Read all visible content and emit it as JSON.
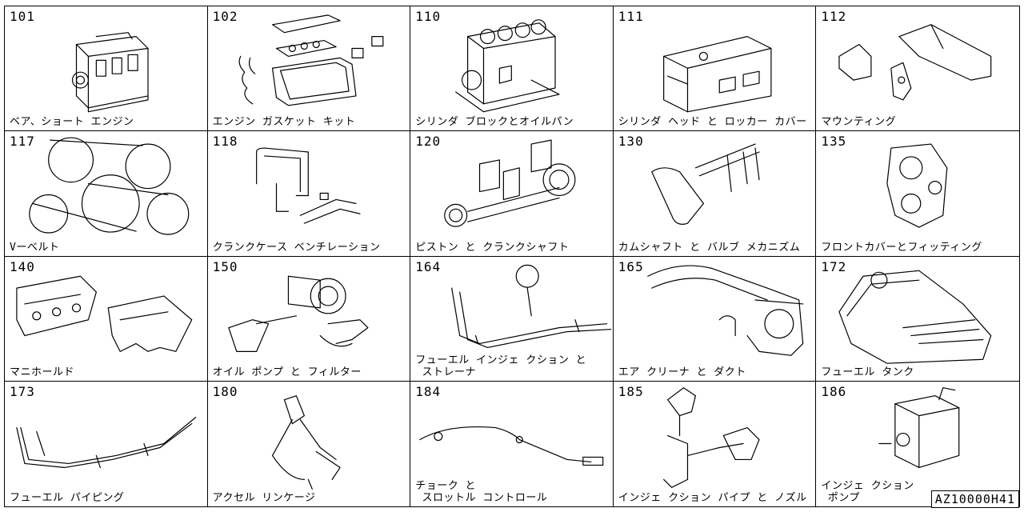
{
  "parts": [
    {
      "code": "101",
      "label": "ベア、ショート エンジン",
      "icon": "engine-block-icon"
    },
    {
      "code": "102",
      "label": "エンジン ガスケット キット",
      "icon": "gasket-kit-icon"
    },
    {
      "code": "110",
      "label": "シリンダ ブロックとオイルパン",
      "icon": "cylinder-block-icon"
    },
    {
      "code": "111",
      "label": "シリンダ ヘッド と ロッカー カバー",
      "icon": "cylinder-head-icon"
    },
    {
      "code": "112",
      "label": "マウンティング",
      "icon": "mounting-icon"
    },
    {
      "code": "117",
      "label": "Vーベルト",
      "icon": "v-belt-icon"
    },
    {
      "code": "118",
      "label": "クランクケース ベンチレーション",
      "icon": "crankcase-ventilation-icon"
    },
    {
      "code": "120",
      "label": "ピストン と クランクシャフト",
      "icon": "piston-crankshaft-icon"
    },
    {
      "code": "130",
      "label": "カムシャフト と バルブ メカニズム",
      "icon": "camshaft-valve-icon"
    },
    {
      "code": "135",
      "label": "フロントカバーとフィッティング",
      "icon": "front-cover-icon"
    },
    {
      "code": "140",
      "label": "マニホールド",
      "icon": "manifold-icon"
    },
    {
      "code": "150",
      "label": "オイル ポンプ と フィルター",
      "icon": "oil-pump-filter-icon"
    },
    {
      "code": "164",
      "label": "フューエル インジェ クション と\n ストレーナ",
      "icon": "fuel-injection-strainer-icon"
    },
    {
      "code": "165",
      "label": "エア クリーナ と ダクト",
      "icon": "air-cleaner-icon"
    },
    {
      "code": "172",
      "label": "フューエル タンク",
      "icon": "fuel-tank-icon"
    },
    {
      "code": "173",
      "label": "フューエル パイピング",
      "icon": "fuel-piping-icon"
    },
    {
      "code": "180",
      "label": "アクセル リンケージ",
      "icon": "accelerator-linkage-icon"
    },
    {
      "code": "184",
      "label": "チョーク と\n スロットル コントロール",
      "icon": "choke-throttle-icon"
    },
    {
      "code": "185",
      "label": "インジェ クション パイプ と ノズル",
      "icon": "injection-nozzle-icon"
    },
    {
      "code": "186",
      "label": "インジェ クション\n ポンプ",
      "icon": "injection-pump-icon"
    }
  ],
  "catalog_code": "AZ10000H41"
}
